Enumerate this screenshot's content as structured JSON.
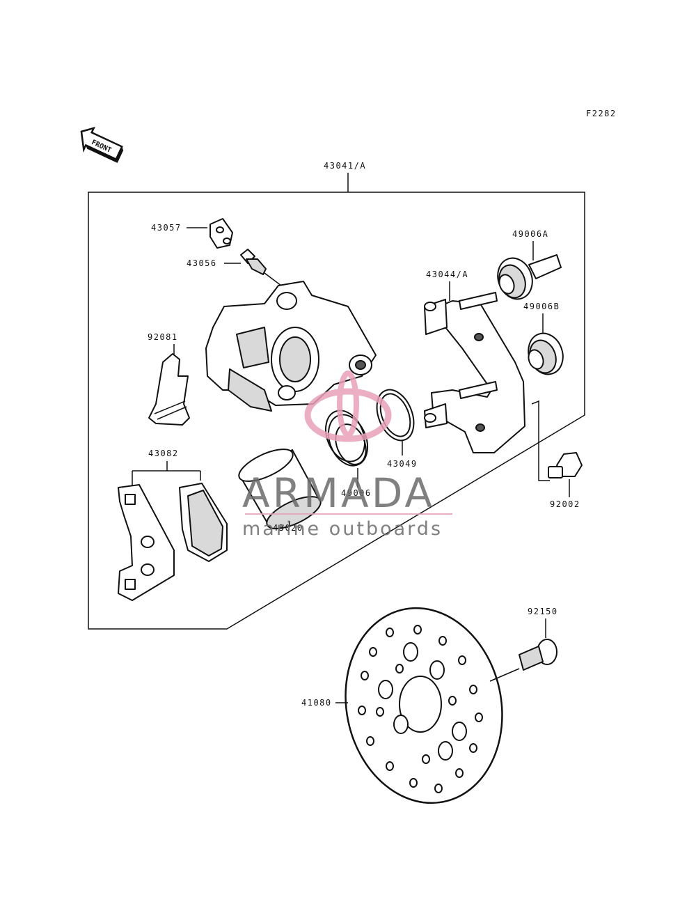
{
  "figure_code": "F2282",
  "front_arrow": {
    "text": "FRONT",
    "icon": "front-arrow-icon"
  },
  "parts": {
    "caliper_assy": "43041/A",
    "bleeder_cap": "43057",
    "bleeder_valve": "43056",
    "pad_spring": "92081",
    "brake_pads": "43082",
    "piston": "43020",
    "piston_seal_boot": "49006",
    "piston_seal": "43049",
    "caliper_holder": "43044/A",
    "boot_a": "49006A",
    "boot_b": "49006B",
    "holder_bolt": "92002",
    "disc": "41080",
    "disc_bolt": "92150"
  },
  "watermark": {
    "brand": "ARMADA",
    "tagline": "marine outboards",
    "colors": {
      "text": "#6b6b6b",
      "accent": "#e8a0b8"
    }
  }
}
